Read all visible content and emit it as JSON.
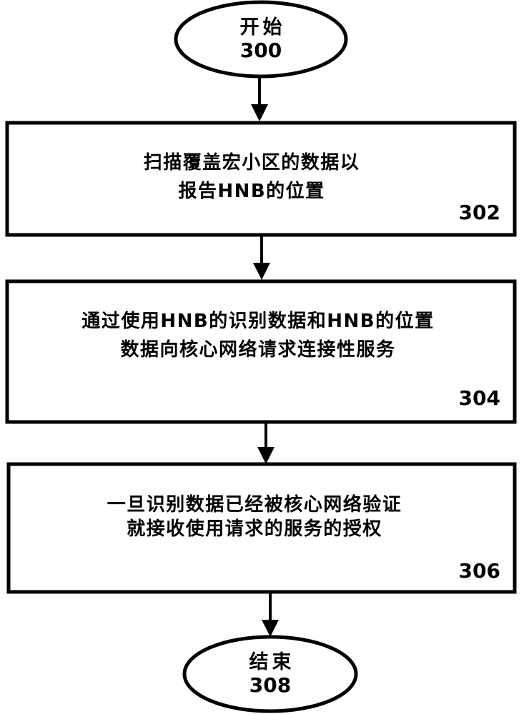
{
  "figure": {
    "type": "flowchart",
    "orientation": "vertical",
    "line_color": "#000000",
    "background_color": "#ffffff"
  },
  "nodes": {
    "start": {
      "shape": "oval",
      "label": "开始",
      "reference": "300"
    },
    "step_302": {
      "shape": "rectangle",
      "lines": [
        "扫描覆盖宏小区的数据以",
        "报告HNB的位置"
      ],
      "reference": "302"
    },
    "step_304": {
      "shape": "rectangle",
      "lines": [
        "通过使用HNB的识别数据和HNB的位置",
        "数据向核心网络请求连接性服务"
      ],
      "reference": "304"
    },
    "step_306": {
      "shape": "rectangle",
      "lines": [
        "一旦识别数据已经被核心网络验证",
        "就接收使用请求的服务的授权"
      ],
      "reference": "306"
    },
    "end": {
      "shape": "oval",
      "label": "结束",
      "reference": "308"
    }
  },
  "connectors": [
    {
      "name": "arrow-start-to-302",
      "from": "start",
      "to": "step_302",
      "direction": "down"
    },
    {
      "name": "arrow-302-to-304",
      "from": "step_302",
      "to": "step_304",
      "direction": "down"
    },
    {
      "name": "arrow-304-to-306",
      "from": "step_304",
      "to": "step_306",
      "direction": "down"
    },
    {
      "name": "arrow-306-to-end",
      "from": "step_306",
      "to": "end",
      "direction": "down"
    }
  ]
}
